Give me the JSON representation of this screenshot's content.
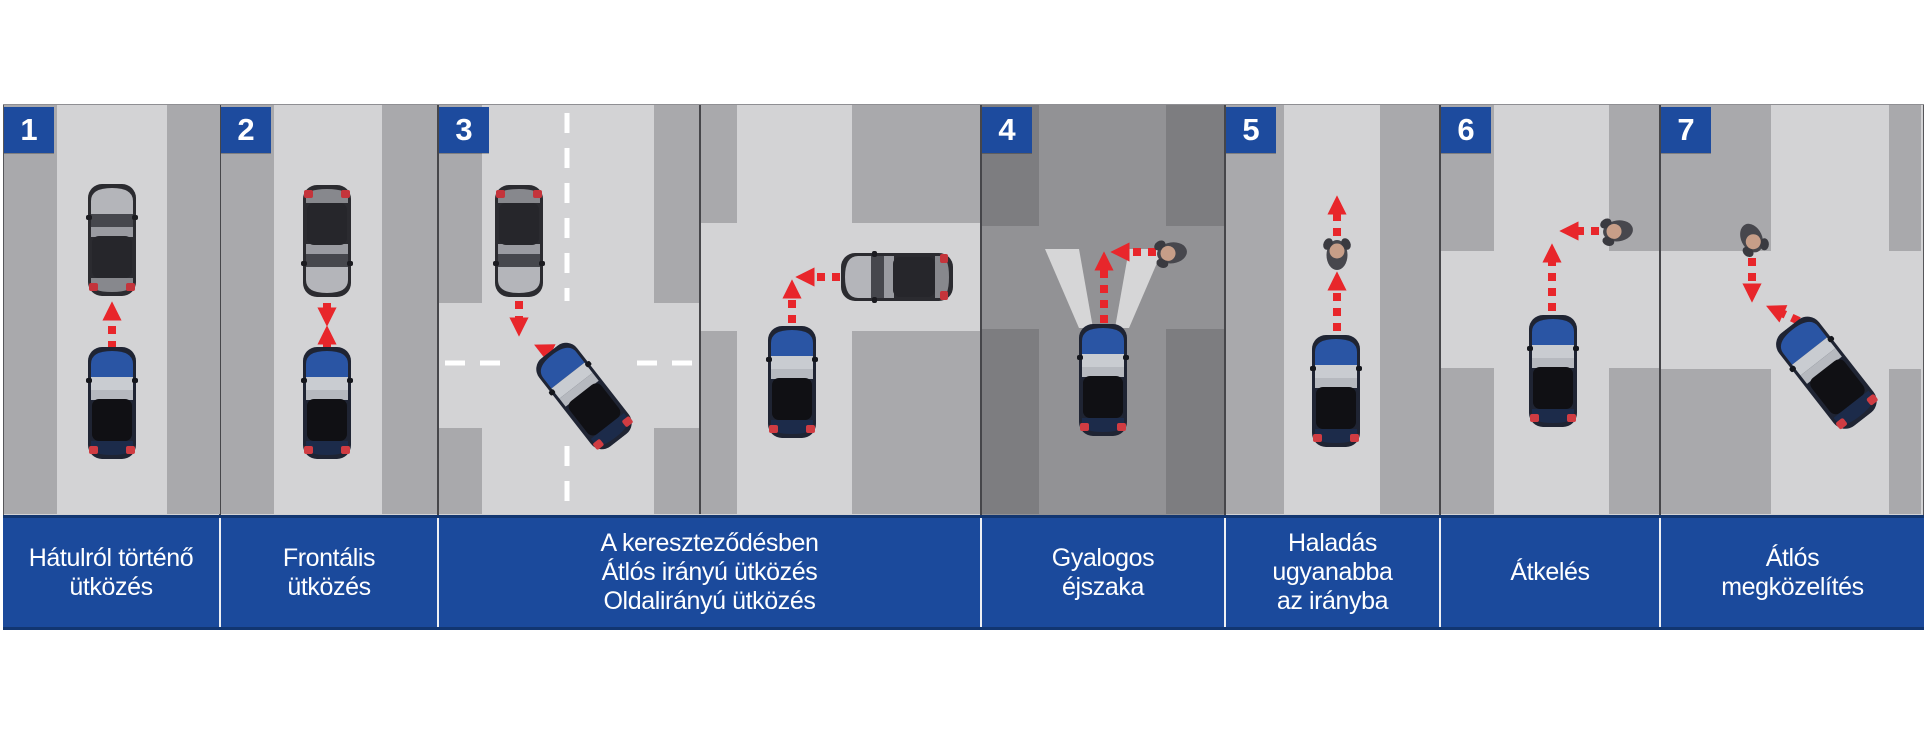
{
  "colors": {
    "accent_blue": "#1b4a9c",
    "badge_blue": "#1d4b9e",
    "caption_edge": "#123671",
    "arrow_red": "#e8262b",
    "road_light": "#d3d3d5",
    "block_gray": "#a9a9ac",
    "night_road": "#929295",
    "night_block": "#7d7d80",
    "beam_light": "#dbdbdc",
    "lane_white": "#ffffff",
    "divider_dark": "#46464a",
    "caption_text": "#ffffff",
    "blue_car": "#2a55a4",
    "gray_car": "#9a9ba1",
    "pedestrian_head": "#c79e88"
  },
  "panels": [
    {
      "number": "1",
      "caption_lines": [
        "Hátulról történő",
        "ütközés",
        ""
      ]
    },
    {
      "number": "2",
      "caption_lines": [
        "Frontális",
        "ütközés",
        ""
      ]
    },
    {
      "number": "3",
      "caption_lines": [
        "A kereszteződésben",
        "Átlós irányú ütközés",
        "Oldalirányú ütközés"
      ]
    },
    {
      "number": "4",
      "caption_lines": [
        "Gyalogos",
        "éjszaka",
        ""
      ]
    },
    {
      "number": "5",
      "caption_lines": [
        "Haladás",
        "ugyanabba",
        "az irányba"
      ]
    },
    {
      "number": "6",
      "caption_lines": [
        "Átkelés",
        "",
        ""
      ]
    },
    {
      "number": "7",
      "caption_lines": [
        "Átlós",
        "megközelítés",
        ""
      ]
    }
  ]
}
